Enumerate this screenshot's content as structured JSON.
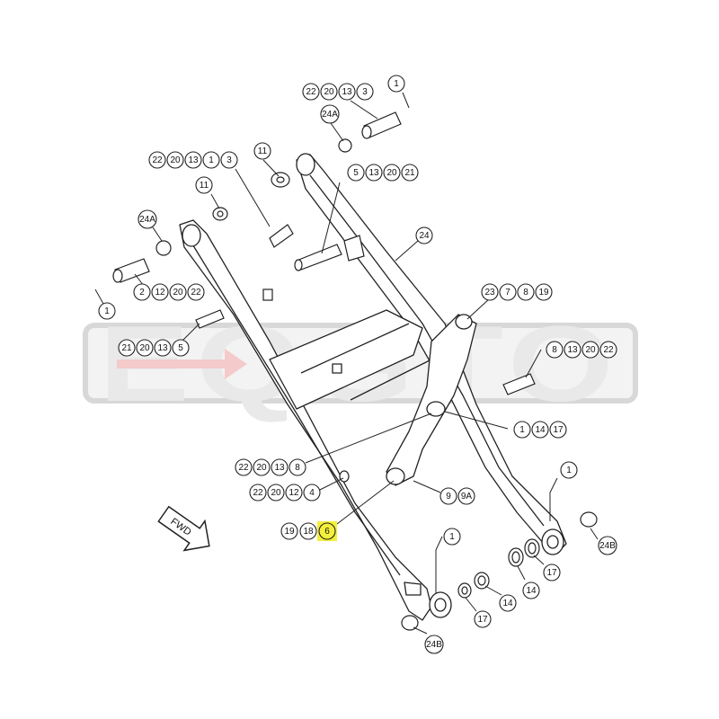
{
  "watermark": {
    "text": "EQGTO"
  },
  "fwd_label": "FWD",
  "highlight_color": "#f3ef3c",
  "callouts": [
    {
      "id": "c-top",
      "labels": [
        "22",
        "20",
        "13",
        "3"
      ]
    },
    {
      "id": "c-top-1",
      "labels": [
        "1"
      ]
    },
    {
      "id": "c-24a-top",
      "labels": [
        "24A"
      ]
    },
    {
      "id": "c-11-top",
      "labels": [
        "11"
      ]
    },
    {
      "id": "c-left-pin",
      "labels": [
        "22",
        "20",
        "13",
        "1",
        "3"
      ]
    },
    {
      "id": "c-5-group",
      "labels": [
        "5",
        "13",
        "20",
        "21"
      ]
    },
    {
      "id": "c-11-left",
      "labels": [
        "11"
      ]
    },
    {
      "id": "c-24a-left",
      "labels": [
        "24A"
      ]
    },
    {
      "id": "c-24",
      "labels": [
        "24"
      ]
    },
    {
      "id": "c-2-group",
      "labels": [
        "2",
        "12",
        "20",
        "22"
      ]
    },
    {
      "id": "c-1-left",
      "labels": [
        "1"
      ]
    },
    {
      "id": "c-23-group",
      "labels": [
        "23",
        "7",
        "8",
        "19"
      ]
    },
    {
      "id": "c-21-group",
      "labels": [
        "21",
        "20",
        "13",
        "5"
      ]
    },
    {
      "id": "c-8-group",
      "labels": [
        "8",
        "13",
        "20",
        "22"
      ]
    },
    {
      "id": "c-1-14-17",
      "labels": [
        "1",
        "14",
        "17"
      ]
    },
    {
      "id": "c-22-20-13-8",
      "labels": [
        "22",
        "20",
        "13",
        "8"
      ]
    },
    {
      "id": "c-1-right",
      "labels": [
        "1"
      ]
    },
    {
      "id": "c-22-20-12-4",
      "labels": [
        "22",
        "20",
        "12",
        "4"
      ]
    },
    {
      "id": "c-9-9a",
      "labels": [
        "9",
        "9A"
      ]
    },
    {
      "id": "c-19-18-6",
      "labels": [
        "19",
        "18",
        "6"
      ]
    },
    {
      "id": "c-1-mid",
      "labels": [
        "1"
      ]
    },
    {
      "id": "c-24b-right",
      "labels": [
        "24B"
      ]
    },
    {
      "id": "c-17-right",
      "labels": [
        "17"
      ]
    },
    {
      "id": "c-14-right",
      "labels": [
        "14"
      ]
    },
    {
      "id": "c-14-bottom",
      "labels": [
        "14"
      ]
    },
    {
      "id": "c-17-bottom",
      "labels": [
        "17"
      ]
    },
    {
      "id": "c-24b-bottom",
      "labels": [
        "24B"
      ]
    }
  ]
}
